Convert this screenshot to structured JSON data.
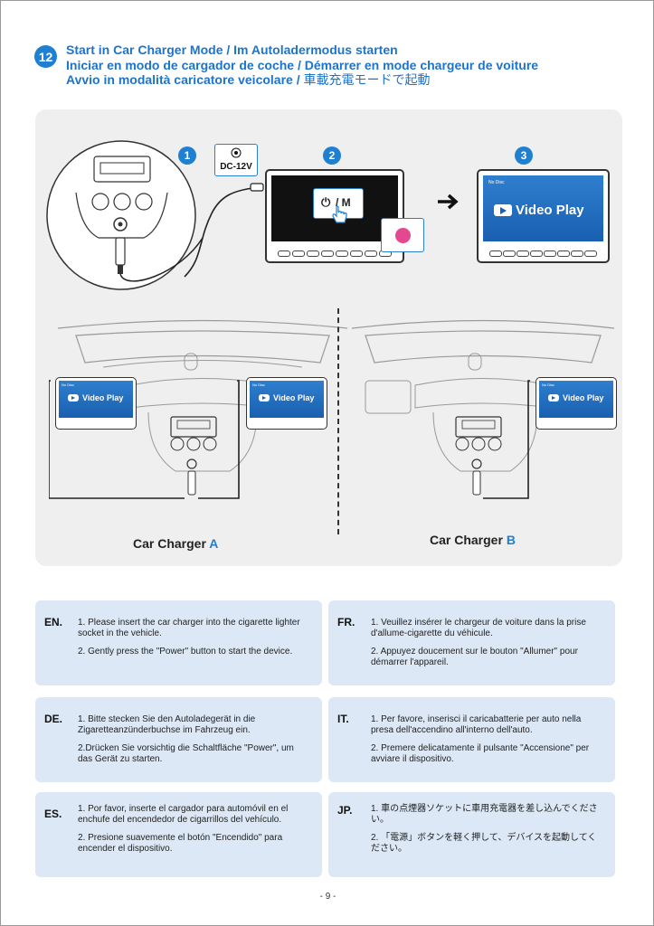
{
  "header": {
    "step_number": "12",
    "title_line1": "Start in Car Charger Mode / Im Autoladermodus starten",
    "title_line2": "Iniciar en modo de cargador de coche / Démarrer en mode chargeur de voiture",
    "title_line3_latin": "Avvio in modalità caricatore veicolare / ",
    "title_line3_jp": "車載充電モードで起動"
  },
  "figure": {
    "steps": [
      "1",
      "2",
      "3"
    ],
    "dc_label": "DC-12V",
    "power_button_label": "/ M",
    "screen_text": "Video Play",
    "screen_corner_text": "No Disc",
    "caption_a_prefix": "Car Charger ",
    "caption_a_accent": "A",
    "caption_b_prefix": "Car Charger ",
    "caption_b_accent": "B",
    "colors": {
      "accent": "#1f7fd0",
      "screen": "#1a5fb0",
      "indicator": "#e4498f"
    }
  },
  "instructions": [
    {
      "lang": "EN.",
      "steps": [
        "1. Please insert the car charger into the cigarette lighter socket in the vehicle.",
        "2. Gently press the \"Power\" button to start the device."
      ]
    },
    {
      "lang": "FR.",
      "steps": [
        "1. Veuillez insérer le chargeur de voiture dans la prise d'allume-cigarette du véhicule.",
        "2. Appuyez doucement sur le bouton \"Allumer\" pour démarrer l'appareil."
      ]
    },
    {
      "lang": "DE.",
      "steps": [
        "1. Bitte stecken Sie den Autoladegerät in die Zigaretteanzünderbuchse im Fahrzeug ein.",
        "2.Drücken Sie vorsichtig die Schaltfläche \"Power\", um das Gerät zu starten."
      ]
    },
    {
      "lang": "IT.",
      "steps": [
        "1. Per favore, inserisci il caricabatterie per auto nella presa dell'accendino all'interno dell'auto.",
        "2. Premere delicatamente il pulsante \"Accensione\" per avviare il dispositivo."
      ]
    },
    {
      "lang": "ES.",
      "steps": [
        "1. Por favor, inserte el cargador para automóvil en el enchufe del encendedor de cigarrillos del vehículo.",
        "2. Presione suavemente el botón \"Encendido\" para encender el dispositivo."
      ]
    },
    {
      "lang": "JP.",
      "steps": [
        "1. 車の点煙器ソケットに車用充電器を差し込んでください。",
        "2. 「電源」ボタンを軽く押して、デバイスを起動してください。"
      ]
    }
  ],
  "footer": {
    "page_number": "- 9 -"
  }
}
